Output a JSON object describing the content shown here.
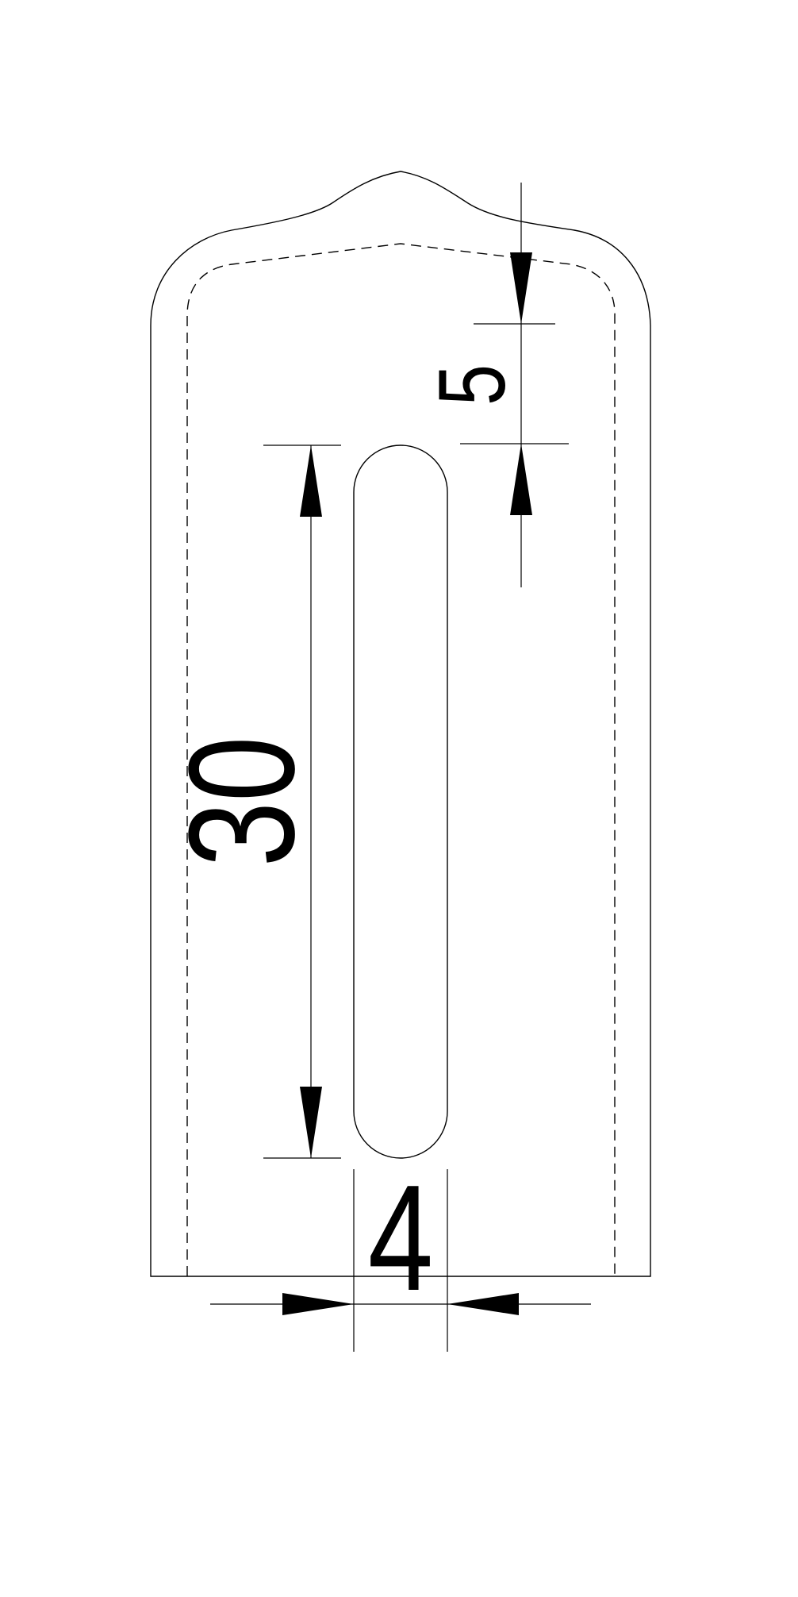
{
  "dimensions": {
    "slot_length": "30",
    "slot_width": "4",
    "top_offset": "5"
  }
}
